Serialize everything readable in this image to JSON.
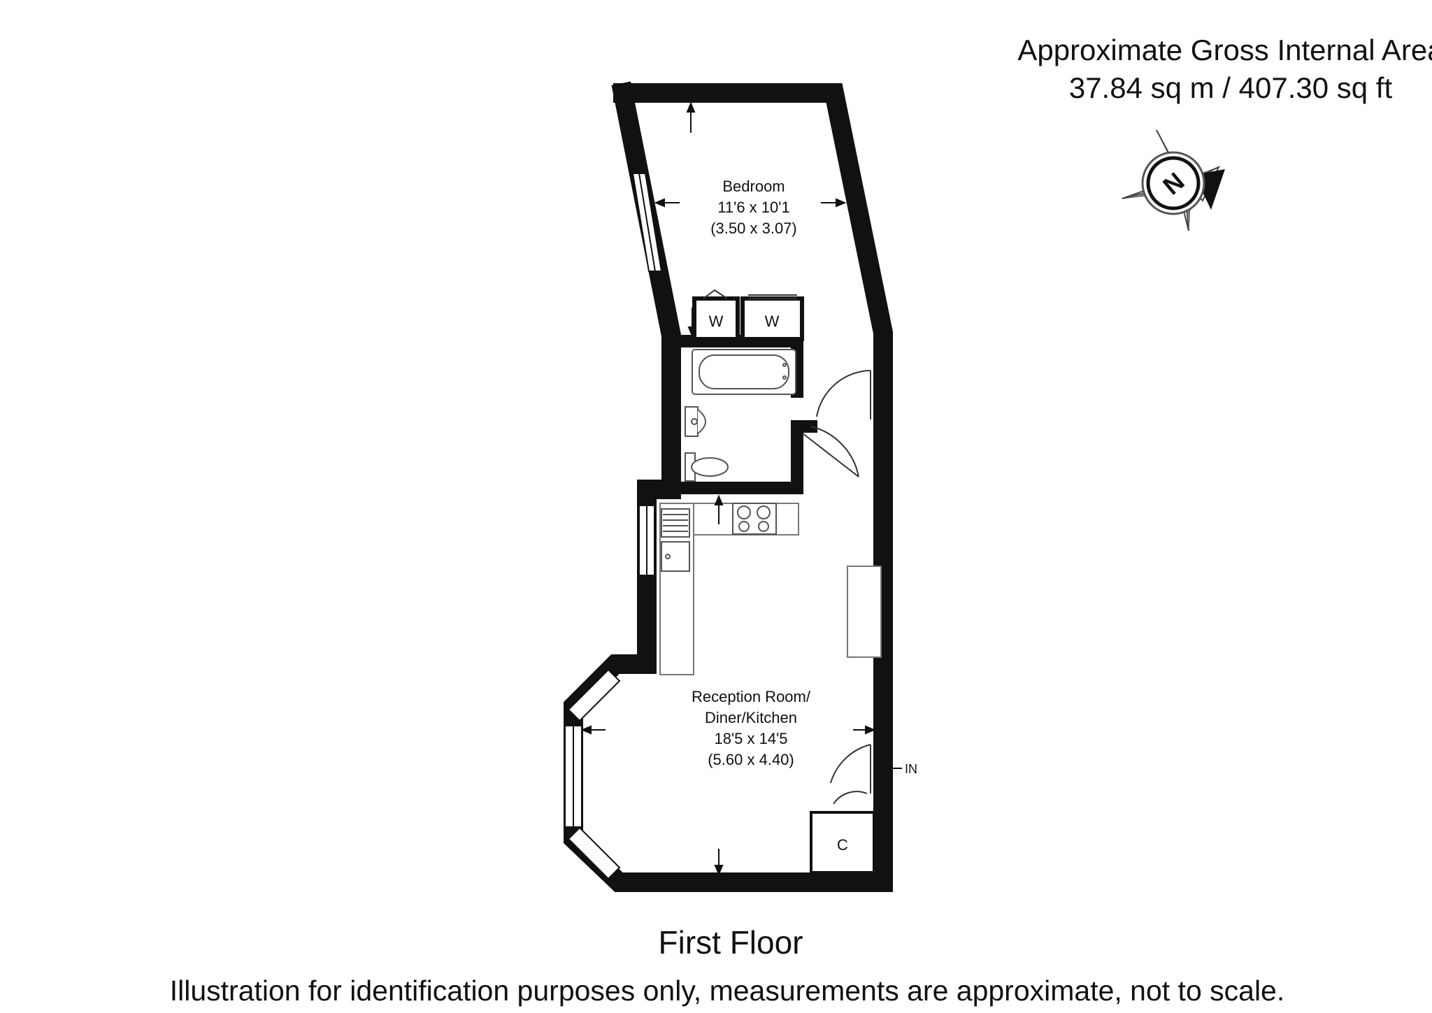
{
  "area": {
    "heading": "Approximate Gross Internal Area",
    "value": "37.84 sq m / 407.30 sq ft"
  },
  "compass": {
    "icon": "compass-rose-icon",
    "label": "N"
  },
  "rooms": {
    "bedroom": {
      "name": "Bedroom",
      "imperial": "11'6 x 10'1",
      "metric": "(3.50 x 3.07)"
    },
    "reception": {
      "name_line1": "Reception Room/",
      "name_line2": "Diner/Kitchen",
      "imperial": "18'5 x 14'5",
      "metric": "(5.60 x 4.40)"
    },
    "wardrobe_left": "W",
    "wardrobe_right": "W",
    "cupboard": "C"
  },
  "entrance": {
    "label": "IN"
  },
  "floor": {
    "name": "First Floor"
  },
  "disclaimer": "Illustration for identification purposes only, measurements are approximate, not to scale."
}
